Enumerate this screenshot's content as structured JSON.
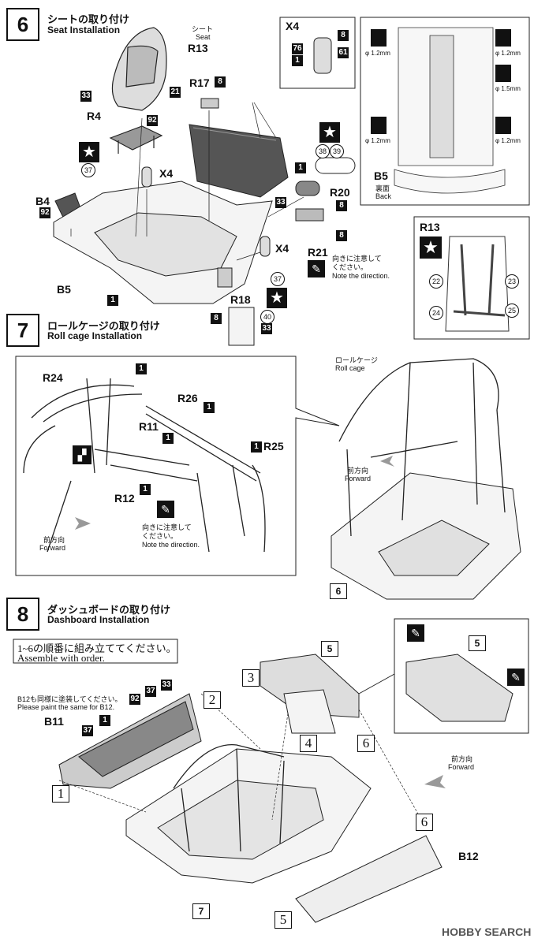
{
  "step6": {
    "num": "6",
    "jp": "シートの取り付け",
    "en": "Seat Installation"
  },
  "step7": {
    "num": "7",
    "jp": "ロールケージの取り付け",
    "en": "Roll cage Installation"
  },
  "step8": {
    "num": "8",
    "jp": "ダッシュボードの取り付け",
    "en": "Dashboard Installation"
  },
  "labels": {
    "seat_jp": "シート",
    "seat_en": "Seat",
    "r13": "R13",
    "r17": "R17",
    "r4": "R4",
    "x4": "X4",
    "b4": "B4",
    "b5": "B5",
    "r20": "R20",
    "r21": "R21",
    "r18": "R18",
    "r24": "R24",
    "r26": "R26",
    "r11": "R11",
    "r25": "R25",
    "r12": "R12",
    "rollcage_jp": "ロールケージ",
    "rollcage_en": "Roll cage",
    "forward_jp": "前方向",
    "forward_en": "Forward",
    "back_jp": "裏面",
    "back_en": "Back",
    "b11": "B11",
    "b12": "B12",
    "note_dir_jp1": "向きに注意して",
    "note_dir_jp2": "ください。",
    "note_dir_en": "Note the direction.",
    "order_jp": "1~6の順番に組み立ててください。",
    "order_en": "Assemble with order.",
    "paint_jp": "B12も同様に塗装してください。",
    "paint_en": "Please paint the same for B12.",
    "phi12": "φ 1.2mm",
    "phi15": "φ 1.5mm",
    "watermark": "HOBBY SEARCH"
  },
  "paint": {
    "c1": "1",
    "c8": "8",
    "c21": "21",
    "c33": "33",
    "c37": "37",
    "c38": "38",
    "c39": "39",
    "c40": "40",
    "c61": "61",
    "c76": "76",
    "c92": "92",
    "c22": "22",
    "c23": "23",
    "c24": "24",
    "c25": "25"
  },
  "boxes": {
    "b5": "5",
    "b6": "6",
    "b7": "7"
  },
  "steps_circled": {
    "s1": "1",
    "s2": "2",
    "s3": "3",
    "s4": "4",
    "s5": "5",
    "s6": "6"
  }
}
